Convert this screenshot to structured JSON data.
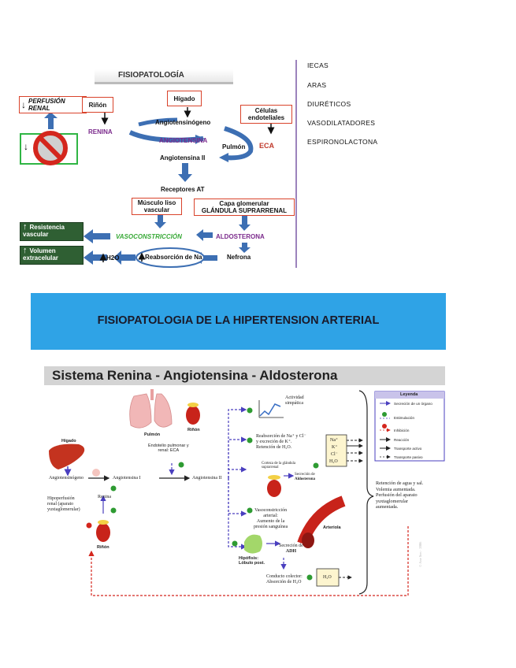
{
  "top_diagram": {
    "title": "FISIOPATOLOGÍA",
    "perfusion_line1": "PERFUSIÓN",
    "perfusion_line2": "RENAL",
    "rinon": "Riñón",
    "higado": "Hígado",
    "celulas_line1": "Células",
    "celulas_line2": "endoteliales",
    "renina": "RENINA",
    "angiotensinogeno": "Angiotensinógeno",
    "angiotensina": "ANGIOTENSINA",
    "pulmon": "Pulmón",
    "eca": "ECA",
    "angiotensina_ii": "Angiotensina II",
    "receptores": "Receptores AT",
    "musculo_line1": "Músculo liso",
    "musculo_line2": "vascular",
    "capa_line1": "Capa glomerular",
    "capa_line2": "GLÁNDULA SUPRARRENAL",
    "vasoconstriccion": "VASOCONSTRICCIÓN",
    "aldosterona": "ALDOSTERONA",
    "resistencia_line1": "Resistencia",
    "resistencia_line2": "vascular",
    "volumen_line1": "Volumen",
    "volumen_line2": "extracelular",
    "h2o": "H2O",
    "reabsorcion": "Reabsorción de Na",
    "nefrona": "Nefrona"
  },
  "side_list": [
    "IECAS",
    "ARAS",
    "DIURÉTICOS",
    "VASODILATADORES",
    "ESPIRONOLACTONA"
  ],
  "banner": {
    "title": "FISIOPATOLOGIA DE LA HIPERTENSION ARTERIAL",
    "bg_color": "#2fa3e6"
  },
  "raa": {
    "title": "Sistema Renina - Angiotensina - Aldosterona",
    "legend_title": "Leyenda",
    "legend_items": [
      "Secreción de un órgano",
      "Estimulación",
      "Inhibición",
      "Reacción",
      "Transporte activo",
      "Transporte pasivo"
    ],
    "higado": "Hígado",
    "angiotensinogeno": "Angiotensinógeno",
    "angiotensina_i": "Angiotensina I",
    "angiotensina_ii": "Angiotensina II",
    "pulmon": "Pulmón",
    "rinon_top": "Riñón",
    "endotelio_line1": "Endotelio pulmonar y",
    "endotelio_line2": "renal: ECA",
    "hipoperfusion_line1": "Hipoperfusión",
    "hipoperfusion_line2": "renal (aparato",
    "hipoperfusion_line3": "yuxtaglomerular)",
    "renina": "Renina",
    "rinon_bottom": "Riñón",
    "actividad_line1": "Actividad",
    "actividad_line2": "simpática",
    "reabs_line1": "Reabsorción de Na⁺ y Cl⁻",
    "reabs_line2": "y excreción de K⁺.",
    "reabs_line3": "Retención de H₂O.",
    "corteza_line1": "Corteza de la glándula",
    "corteza_line2": "suprarrenal",
    "secrecion_aldo_line1": "Secreción de",
    "secrecion_aldo_line2": "Aldosterona",
    "vaso_line1": "Vasoconstricción",
    "vaso_line2": "arterial:",
    "vaso_line3": "Aumento de la",
    "vaso_line4": "presión sanguínea",
    "arteriola": "Arteriola",
    "hipofisis_line1": "Hipófisis:",
    "hipofisis_line2": "Lóbulo post.",
    "adh_line1": "Secreción de",
    "adh_line2": "ADH",
    "conducto_line1": "Conducto colector:",
    "conducto_line2": "Absorción de H₂O",
    "ions": [
      "Na⁺",
      "K⁺",
      "Cl⁻",
      "H₂O"
    ],
    "h2o_tube": "H₂O",
    "results": [
      "Retención de agua y sal.",
      "Volemia aumentada.",
      "Perfusión del aparato",
      "yuxtaglomerular",
      "aumentada."
    ],
    "watermark": "© Ane Sen · 2006"
  }
}
